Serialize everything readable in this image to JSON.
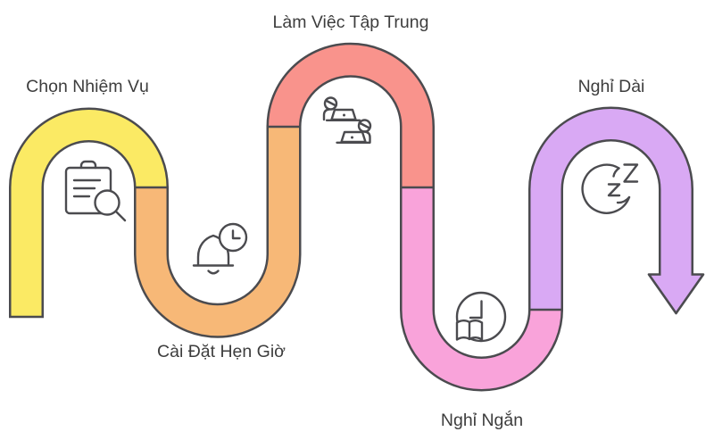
{
  "diagram": {
    "type": "process-flow-snake",
    "steps": [
      {
        "label": "Chọn Nhiệm Vụ",
        "color": "#FBEA64",
        "icon": "clipboard-search-icon"
      },
      {
        "label": "Cài Đặt Hẹn Giờ",
        "color": "#F7B877",
        "icon": "bell-clock-icon"
      },
      {
        "label": "Làm Việc Tập Trung",
        "color": "#F9938C",
        "icon": "people-working-icon"
      },
      {
        "label": "Nghỉ Ngắn",
        "color": "#F9A3DA",
        "icon": "book-clock-icon"
      },
      {
        "label": "Nghỉ Dài",
        "color": "#D9A9F4",
        "icon": "moon-sleep-icon"
      }
    ],
    "flow_end": "arrow-down"
  },
  "colors": {
    "outline": "#4B4B4F",
    "text": "#3D3D3D",
    "background": "#FFFFFF"
  }
}
